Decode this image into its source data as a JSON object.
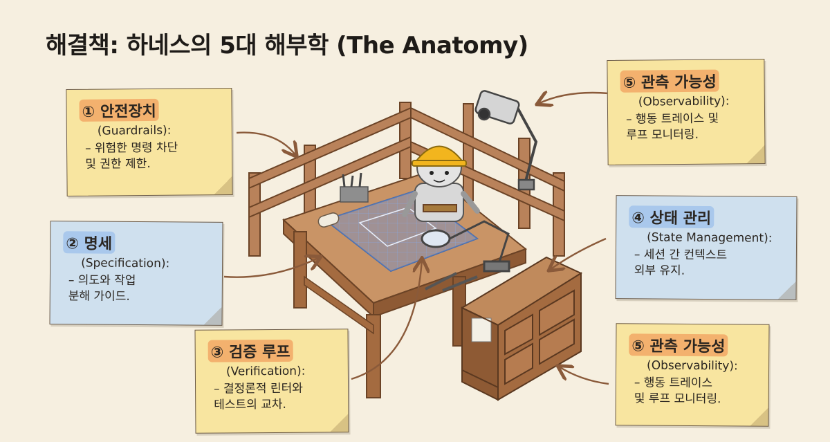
{
  "title": "해결책: 하네스의 5대 해부학 (The Anatomy)",
  "notes": {
    "guardrails": {
      "heading": "① 안전장치",
      "sub": "(Guardrails):",
      "body": "– 위험한 명령 차단\n  및 권한 제한."
    },
    "specification": {
      "heading": "② 명세",
      "sub": "(Specification):",
      "body": "– 의도와 작업\n  분해 가이드."
    },
    "verification": {
      "heading": "③ 검증 루프",
      "sub": "(Verification):",
      "body": "– 결정론적 린터와\n  테스트의 교차."
    },
    "state": {
      "heading": "④ 상태 관리",
      "sub": "(State Management):",
      "body": "– 세션 간 컨텍스트\n  외부 유지."
    },
    "observability_top": {
      "heading": "⑤ 관측 가능성",
      "sub": "(Observability):",
      "body": "– 행동 트레이스 및\n  루프 모니터링."
    },
    "observability_bottom": {
      "heading": "⑤ 관측 가능성",
      "sub": "(Observability):",
      "body": "– 행동 트레이스\n  및 루프 모니터링."
    }
  },
  "colors": {
    "yellow_note": "#f8e5a0",
    "blue_note": "#cfe0ee",
    "highlight_orange": "#f3b16e",
    "highlight_blue": "#a9c8ec",
    "arrow": "#8a5a3a"
  }
}
